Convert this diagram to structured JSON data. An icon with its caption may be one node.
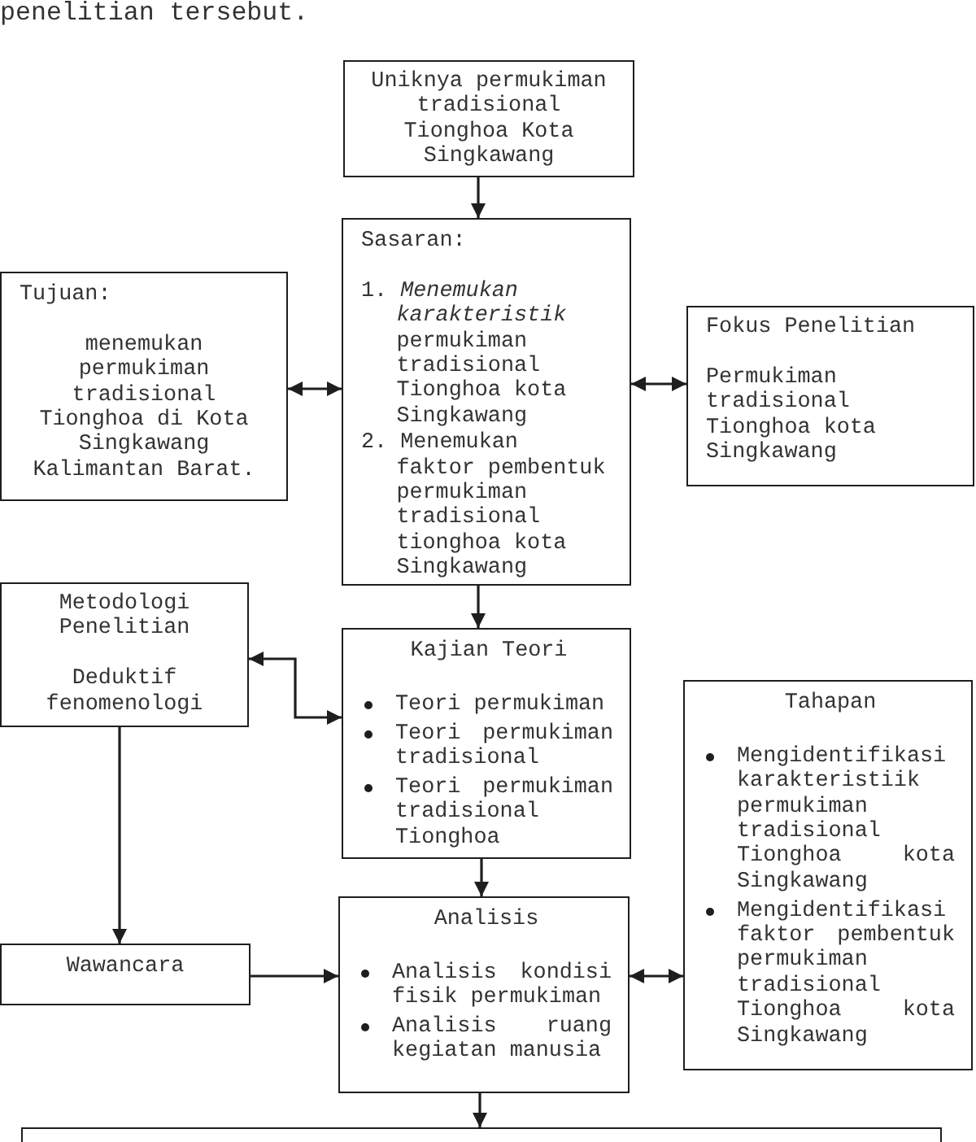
{
  "diagram": {
    "nodes": [
      {
        "text": [
          "Uniknya permukiman tradisional Tionghoa Kota Singkawang"
        ]
      },
      {
        "text": [
          "Tujuan:",
          "menemukan permukiman tradisional Tionghoa di Kota Singkawang Kalimantan Barat."
        ]
      },
      {
        "text": [
          "Sasaran:",
          "1. *Menemukan karakteristik* permukiman tradisional Tionghoa kota Singkawang",
          "2. Menemukan faktor pembentuk permukiman tradisional tionghoa kota Singkawang"
        ]
      },
      {
        "text": [
          "Fokus Penelitian",
          "Permukiman tradisional Tionghoa kota Singkawang"
        ]
      },
      {
        "text": [
          "Metodologi Penelitian",
          "Deduktif fenomenologi"
        ]
      },
      {
        "text": [
          "Kajian Teori",
          "Teori permukiman",
          "Teori permukiman tradisional",
          "Teori permukiman tradisional Tionghoa"
        ]
      },
      {
        "text": [
          "Tahapan",
          "Mengidentifikasi karakteristiik permukiman tradisional Tionghoa kota Singkawang",
          "Mengidentifikasi faktor pembentuk permukiman tradisional Tionghoa kota Singkawang"
        ]
      },
      {
        "text": [
          "Wawancara"
        ]
      },
      {
        "text": [
          "Analisis",
          "Analisis kondisi fisik permukiman",
          "Analisis ruang kegiatan manusia"
        ]
      },
      {
        "text": [],
        "shape": "box"
      }
    ],
    "edges": [
      {
        "from": 0,
        "to": 2,
        "arrow": "to"
      },
      {
        "from": 1,
        "to": 2,
        "arrow": "both"
      },
      {
        "from": 2,
        "to": 3,
        "arrow": "both"
      },
      {
        "from": 2,
        "to": 5,
        "arrow": "to"
      },
      {
        "from": 4,
        "to": 5,
        "arrow": "both"
      },
      {
        "from": 5,
        "to": 8,
        "arrow": "to"
      },
      {
        "from": 4,
        "to": 7,
        "arrow": "to"
      },
      {
        "from": 7,
        "to": 8,
        "arrow": "to"
      },
      {
        "from": 8,
        "to": 6,
        "arrow": "both"
      },
      {
        "from": 8,
        "to": 9,
        "arrow": "to"
      }
    ],
    "labels": [
      "penelitian tersebut."
    ]
  }
}
